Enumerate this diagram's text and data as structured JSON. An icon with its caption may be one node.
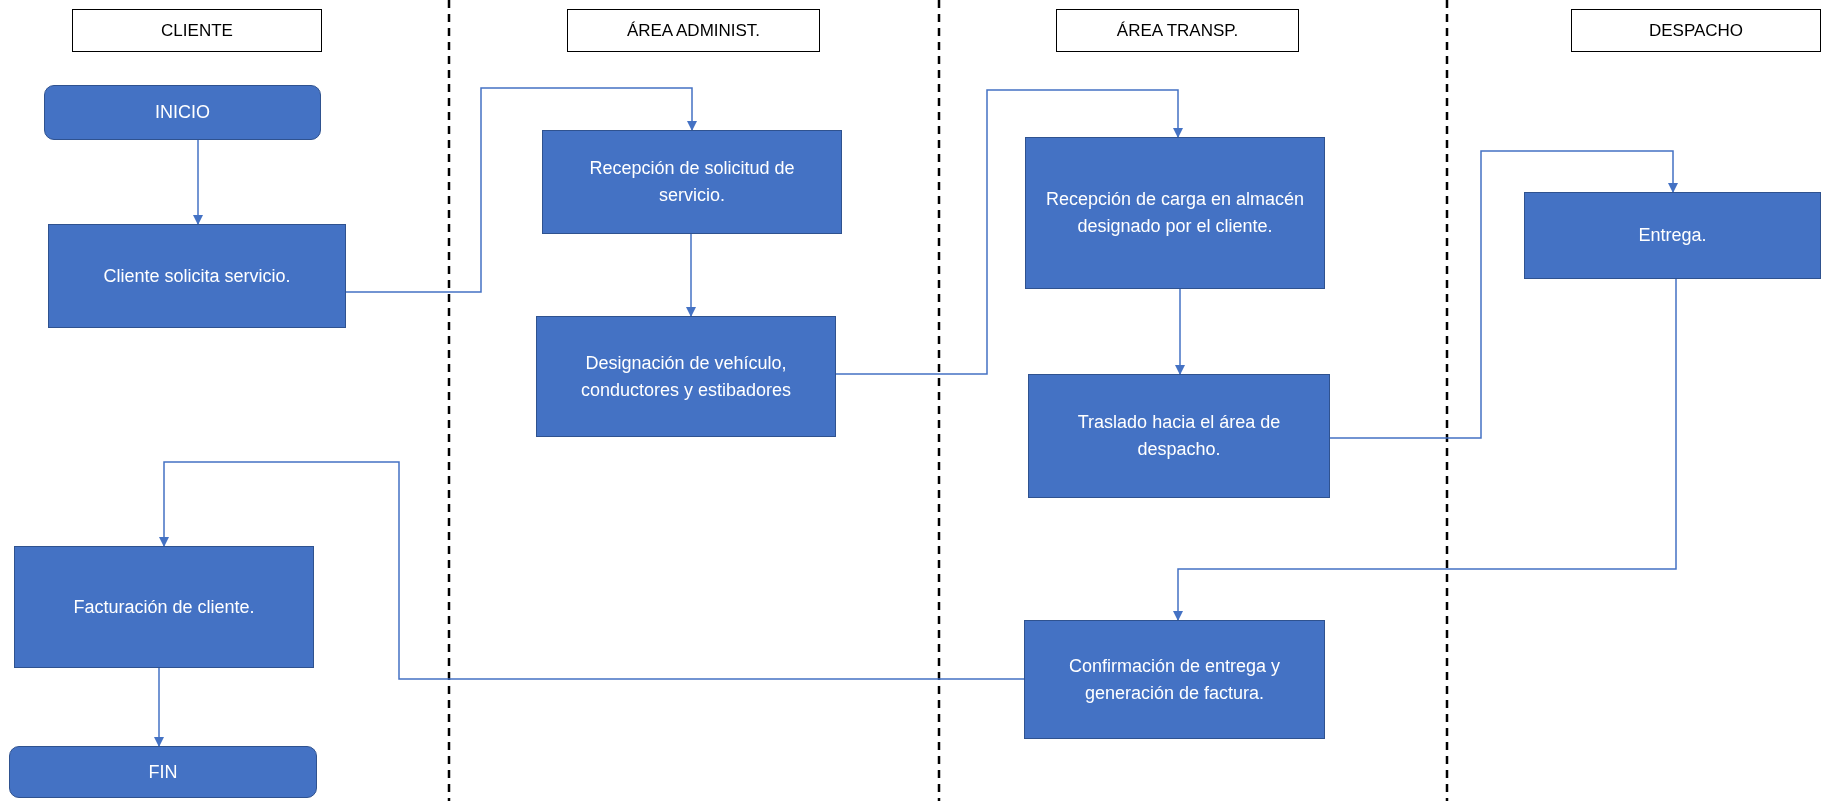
{
  "diagram": {
    "nodes": [
      {
        "text": [
          "CLIENTE"
        ]
      },
      {
        "text": [
          "ÁREA ADMINIST."
        ]
      },
      {
        "text": [
          "ÁREA TRANSP."
        ]
      },
      {
        "text": [
          "DESPACHO"
        ]
      },
      {
        "text": [
          "INICIO"
        ]
      },
      {
        "text": [
          "Cliente solicita servicio."
        ]
      },
      {
        "text": [
          "Recepción de solicitud de servicio."
        ]
      },
      {
        "text": [
          "Designación de vehículo, conductores y estibadores"
        ]
      },
      {
        "text": [
          "Recepción de carga en almacén designado por el cliente."
        ]
      },
      {
        "text": [
          "Traslado hacia el área de despacho."
        ]
      },
      {
        "text": [
          "Entrega."
        ]
      },
      {
        "text": [
          "Confirmación de entrega y generación de factura."
        ]
      },
      {
        "text": [
          "Facturación de cliente."
        ]
      },
      {
        "text": [
          "FIN"
        ]
      }
    ],
    "edges": [
      {
        "from": 4,
        "to": 5,
        "arrow": "to"
      },
      {
        "from": 5,
        "to": 6,
        "arrow": "to"
      },
      {
        "from": 6,
        "to": 7,
        "arrow": "to"
      },
      {
        "from": 7,
        "to": 8,
        "arrow": "to"
      },
      {
        "from": 8,
        "to": 9,
        "arrow": "to"
      },
      {
        "from": 9,
        "to": 10,
        "arrow": "to"
      },
      {
        "from": 10,
        "to": 11,
        "arrow": "to"
      },
      {
        "from": 11,
        "to": 12,
        "arrow": "to"
      },
      {
        "from": 12,
        "to": 13,
        "arrow": "to"
      }
    ]
  }
}
